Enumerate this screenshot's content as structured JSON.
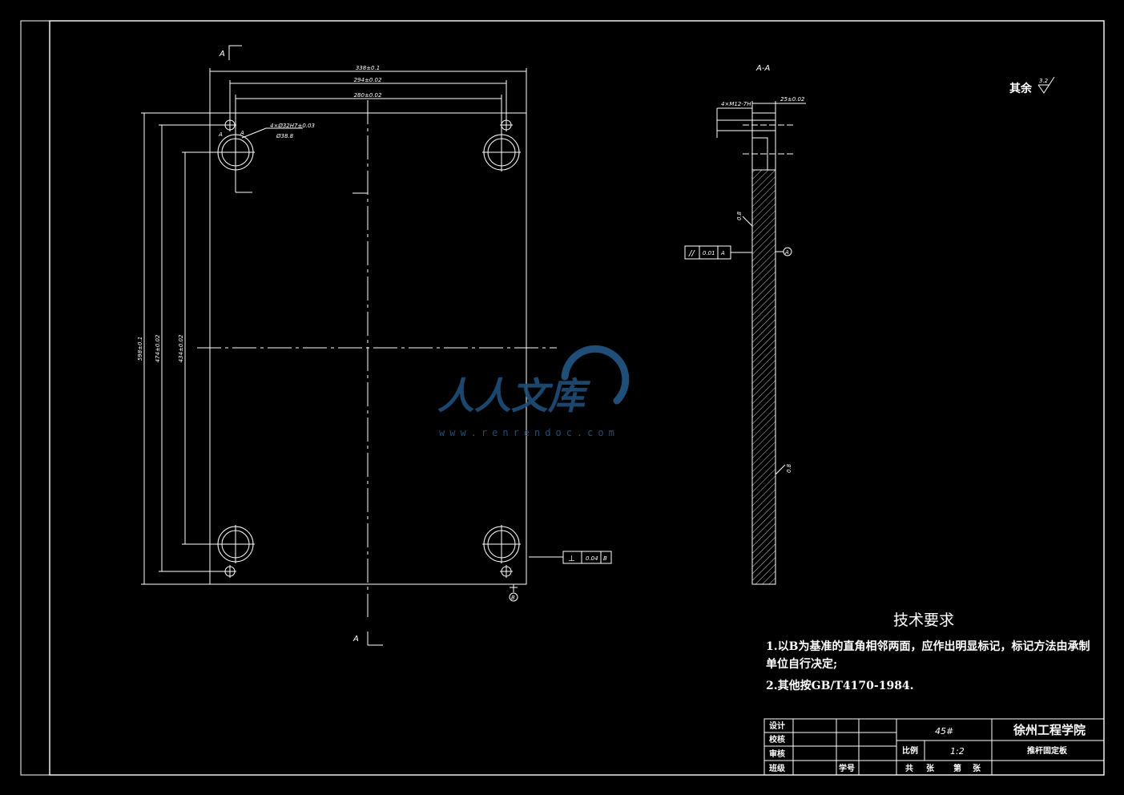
{
  "drawing": {
    "section_label_top": "A",
    "section_label_bottom": "A",
    "section_view_title": "A-A",
    "dims": {
      "width_overall": "338±0.1",
      "width_holes_outer": "294±0.02",
      "width_holes_inner": "280±0.02",
      "height_overall": "598±0.1",
      "height_holes_outer": "474±0.02",
      "height_holes_inner": "434±0.02",
      "hole_spec_1": "4×Ø32H7±0.03",
      "hole_spec_2": "Ø38.8",
      "hole_mark": "A",
      "thread_spec": "4×M12-7H",
      "thickness": "25±0.02",
      "roughness_side_1": "0.8",
      "roughness_side_2": "0.8",
      "roughness_rest_value": "3.2"
    },
    "tolerance_parallel": {
      "symbol": "//",
      "value": "0.01",
      "datum": "A"
    },
    "tolerance_perpendicular": {
      "symbol": "⊥",
      "value": "0.04",
      "datum": "B"
    },
    "datum_a_label": "A",
    "datum_b_label": "B",
    "roughness_rest_label": "其余"
  },
  "technical_requirements": {
    "title": "技术要求",
    "line1": "1.以B为基准的直角相邻两面，应作出明显标记，标记方法由承制",
    "line1_cont": "单位自行决定;",
    "line2": "2.其他按GB/T4170-1984."
  },
  "title_block": {
    "design": "设计",
    "check": "校核",
    "review": "审核",
    "class": "班级",
    "student_no": "学号",
    "material": "45#",
    "school": "徐州工程学院",
    "scale_label": "比例",
    "scale_value": "1:2",
    "part_name": "推杆固定板",
    "total_label": "共",
    "sheets_label": "张",
    "sheet_no_label": "第",
    "sheet_label": "张"
  },
  "watermark": {
    "text": "人人文库",
    "url": "www.renrendoc.com"
  },
  "colors": {
    "background": "#000000",
    "line": "#ffffff",
    "watermark": "#1f4e79"
  }
}
